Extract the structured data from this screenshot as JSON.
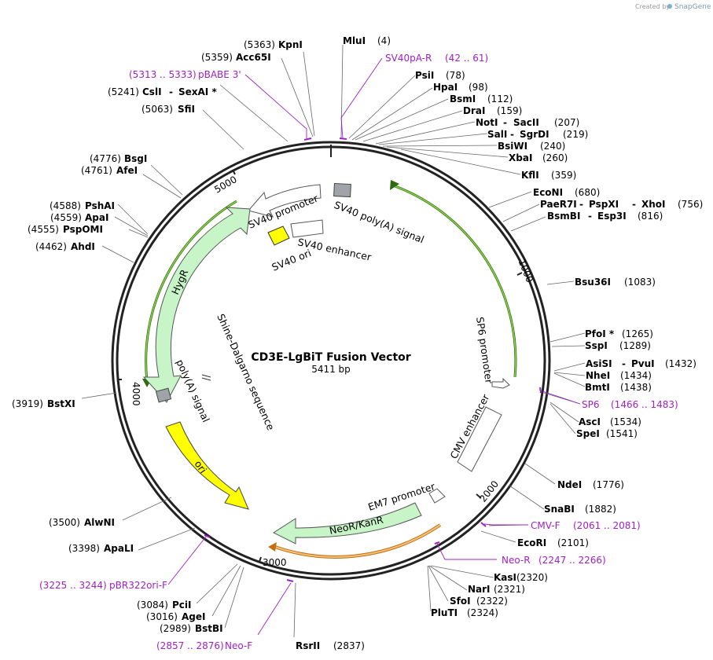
{
  "credit": {
    "created_by": "Created by",
    "app": "SnapGene"
  },
  "map": {
    "title": "CD3E-LgBiT Fusion Vector",
    "size": "5411 bp",
    "ticks": [
      "1000",
      "2000",
      "3000",
      "4000",
      "5000"
    ]
  },
  "features": {
    "sv40_polya": "SV40 poly(A) signal",
    "sv40_promoter": "SV40 promoter",
    "sv40_enhancer": "SV40 enhancer",
    "sv40_ori": "SV40 ori",
    "hygr": "HygR",
    "shine_dalgarno": "Shine-Dalgarno sequence",
    "polya": "poly(A) signal",
    "ori": "ori",
    "sp6_promoter": "SP6 promoter",
    "cmv_enhancer": "CMV enhancer",
    "em7_promoter": "EM7 promoter",
    "neor": "NeoR/KanR"
  },
  "sites": [
    {
      "pos": "(5363)",
      "name": "KpnI"
    },
    {
      "pos": "(5359)",
      "name": "Acc65I"
    },
    {
      "pos": "(5313 .. 5333)",
      "name": "pBABE 3'",
      "primer": true
    },
    {
      "pos": "(5241)",
      "name": "CslI",
      "name2": "SexAI *"
    },
    {
      "pos": "(5063)",
      "name": "SfiI"
    },
    {
      "pos": "(4776)",
      "name": "BsgI"
    },
    {
      "pos": "(4761)",
      "name": "AfeI"
    },
    {
      "pos": "(4588)",
      "name": "PshAI"
    },
    {
      "pos": "(4559)",
      "name": "ApaI"
    },
    {
      "pos": "(4555)",
      "name": "PspOMI"
    },
    {
      "pos": "(4462)",
      "name": "AhdI"
    },
    {
      "pos": "(3919)",
      "name": "BstXI"
    },
    {
      "pos": "(3500)",
      "name": "AlwNI"
    },
    {
      "pos": "(3398)",
      "name": "ApaLI"
    },
    {
      "pos": "(3225 .. 3244)",
      "name": "pBR322ori-F",
      "primer": true
    },
    {
      "pos": "(3084)",
      "name": "PciI"
    },
    {
      "pos": "(3016)",
      "name": "AgeI"
    },
    {
      "pos": "(2989)",
      "name": "BstBI"
    },
    {
      "pos": "(2857 .. 2876)",
      "name": "Neo-F",
      "primer": true
    },
    {
      "name": "MluI",
      "pos": "(4)"
    },
    {
      "name": "SV40pA-R",
      "pos": "(42 .. 61)",
      "primer": true
    },
    {
      "name": "PsiI",
      "pos": "(78)"
    },
    {
      "name": "HpaI",
      "pos": "(98)"
    },
    {
      "name": "BsmI",
      "pos": "(112)"
    },
    {
      "name": "DraI",
      "pos": "(159)"
    },
    {
      "name": "NotI",
      "name2": "SacII",
      "pos": "(207)"
    },
    {
      "name": "SalI",
      "name2": "SgrDI",
      "pos": "(219)"
    },
    {
      "name": "BsiWI",
      "pos": "(240)"
    },
    {
      "name": "XbaI",
      "pos": "(260)"
    },
    {
      "name": "KflI",
      "pos": "(359)"
    },
    {
      "name": "EcoNI",
      "pos": "(680)"
    },
    {
      "name": "PaeR7I",
      "name2": "PspXI",
      "name3": "XhoI",
      "pos": "(756)"
    },
    {
      "name": "BsmBI",
      "name2": "Esp3I",
      "pos": "(816)"
    },
    {
      "name": "Bsu36I",
      "pos": "(1083)"
    },
    {
      "name": "PfoI *",
      "pos": "(1265)"
    },
    {
      "name": "SspI",
      "pos": "(1289)"
    },
    {
      "name": "AsiSI",
      "name2": "PvuI",
      "pos": "(1432)"
    },
    {
      "name": "NheI",
      "pos": "(1434)"
    },
    {
      "name": "BmtI",
      "pos": "(1438)"
    },
    {
      "name": "SP6",
      "pos": "(1466 .. 1483)",
      "primer": true
    },
    {
      "name": "AscI",
      "pos": "(1534)"
    },
    {
      "name": "SpeI",
      "pos": "(1541)"
    },
    {
      "name": "NdeI",
      "pos": "(1776)"
    },
    {
      "name": "SnaBI",
      "pos": "(1882)"
    },
    {
      "name": "CMV-F",
      "pos": "(2061 .. 2081)",
      "primer": true
    },
    {
      "name": "EcoRI",
      "pos": "(2101)"
    },
    {
      "name": "Neo-R",
      "pos": "(2247 .. 2266)",
      "primer": true
    },
    {
      "name": "KasI",
      "pos": "(2320)"
    },
    {
      "name": "NarI",
      "pos": "(2321)"
    },
    {
      "name": "SfoI",
      "pos": "(2322)"
    },
    {
      "name": "PluTI",
      "pos": "(2324)"
    },
    {
      "name": "RsrII",
      "pos": "(2837)"
    }
  ],
  "colors": {
    "hygr": "#c8f5c8",
    "ori": "#ffff00",
    "sv40_ori": "#ffff00",
    "primer": "#a020c8",
    "green_line": "#6fbf2a",
    "orange": "#f0a040",
    "polya_box": "#a0a4aa"
  }
}
